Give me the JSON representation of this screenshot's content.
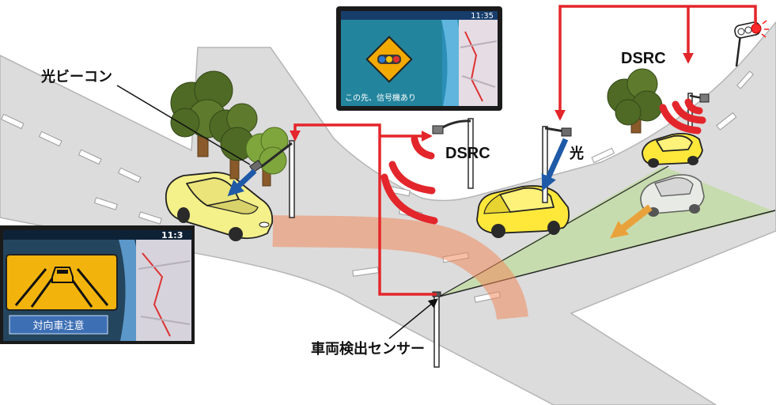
{
  "labels": {
    "optical_beacon": "光ビーコン",
    "dsrc_center": "DSRC",
    "optical": "光",
    "dsrc_right": "DSRC",
    "vehicle_sensor": "車両検出センサー"
  },
  "nav_top": {
    "clock": "11:35",
    "message": "この先、信号機あり"
  },
  "nav_bottom": {
    "clock": "11:3",
    "warning": "対向車注意"
  },
  "colors": {
    "road": "#dcdcdc",
    "signal_line": "#e3262b",
    "beacon_beam": "#1f5aa8",
    "vehicle_path": "#f08a5d",
    "sensor_area": "#b9dc8f",
    "car_yellow": "#ffe83a",
    "sign_yellow": "#f2b40c"
  }
}
